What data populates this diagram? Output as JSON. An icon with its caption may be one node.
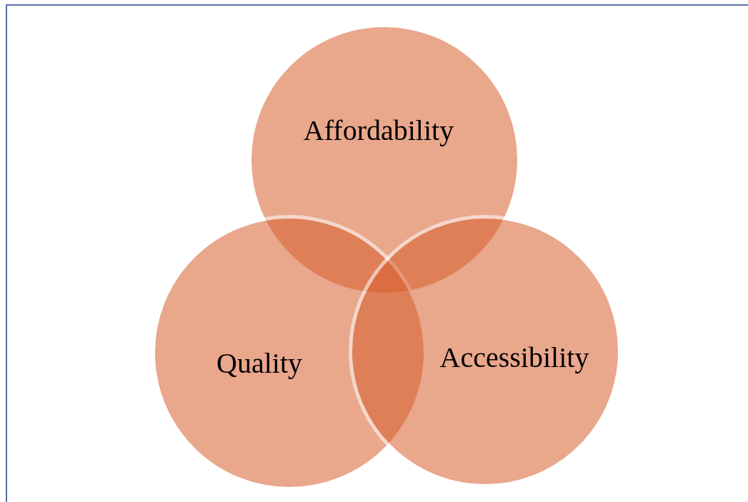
{
  "diagram": {
    "nodes": [
      {
        "text": [
          "Affordability"
        ]
      },
      {
        "text": [
          "Quality"
        ]
      },
      {
        "text": [
          "Accessibility"
        ]
      }
    ]
  }
}
